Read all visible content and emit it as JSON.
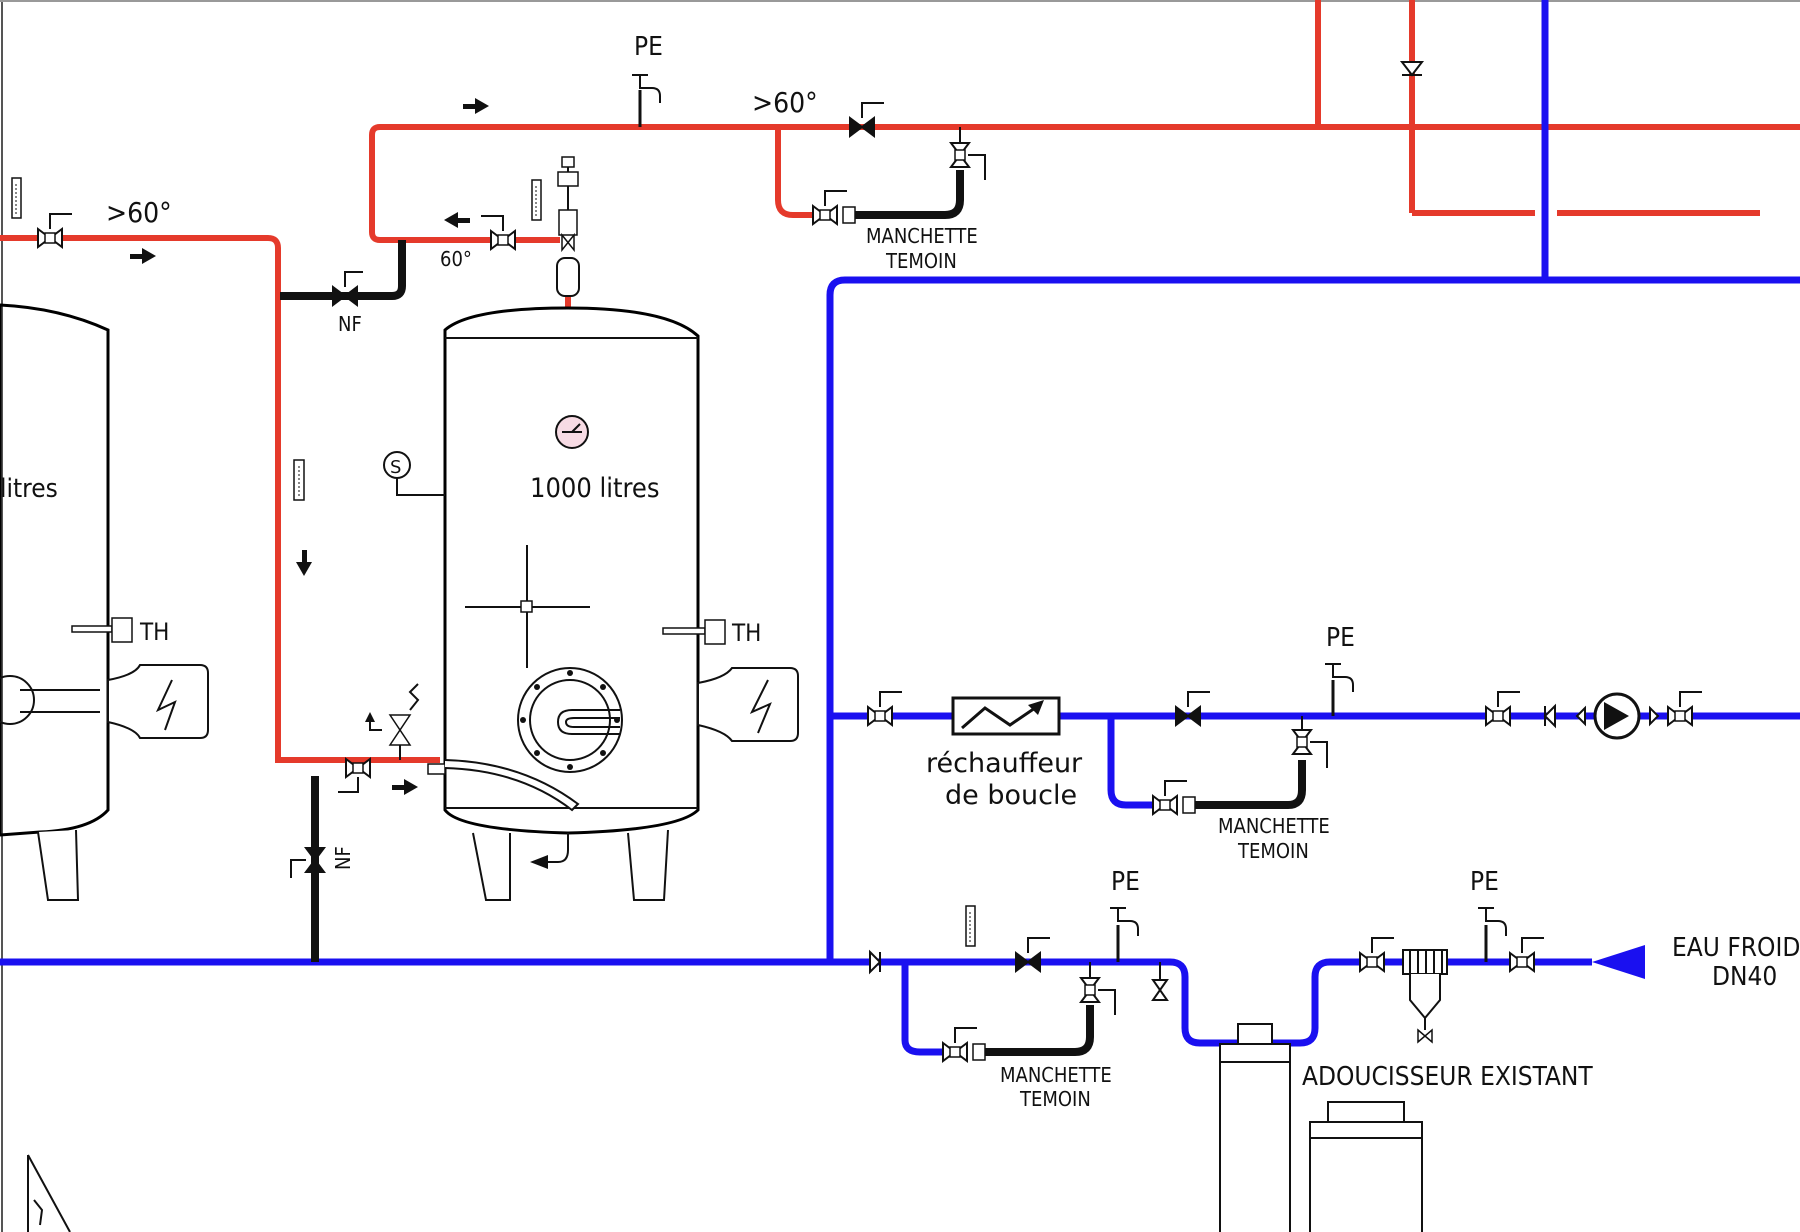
{
  "labels": {
    "pe": "PE",
    "temp_gt60": ">60°",
    "temp_60": "60°",
    "nf": "NF",
    "th": "TH",
    "s": "S",
    "manchette": "MANCHETTE",
    "temoin": "TEMOIN",
    "tank_right_volume": "1000  litres",
    "tank_left_volume": "litres",
    "rechauffeur_line1": "réchauffeur",
    "rechauffeur_line2": "de boucle",
    "adoucisseur": "ADOUCISSEUR  EXISTANT",
    "eau_froide_line1": "EAU  FROIDE",
    "eau_froide_line2": "DN40"
  },
  "colors": {
    "hot_water": "#e53a2b",
    "cold_water": "#1a10f0",
    "link_pipe": "#111111",
    "tank_top": "#d4365f",
    "tank_bottom": "#ffffff"
  },
  "icons": [
    "valve-icon",
    "check-valve-icon",
    "thermometer-icon",
    "pressure-gauge-icon",
    "heating-element-icon",
    "pump-icon",
    "filter-icon",
    "air-vent-icon",
    "safety-valve-icon",
    "flow-arrow-icon",
    "heat-exchanger-icon"
  ]
}
